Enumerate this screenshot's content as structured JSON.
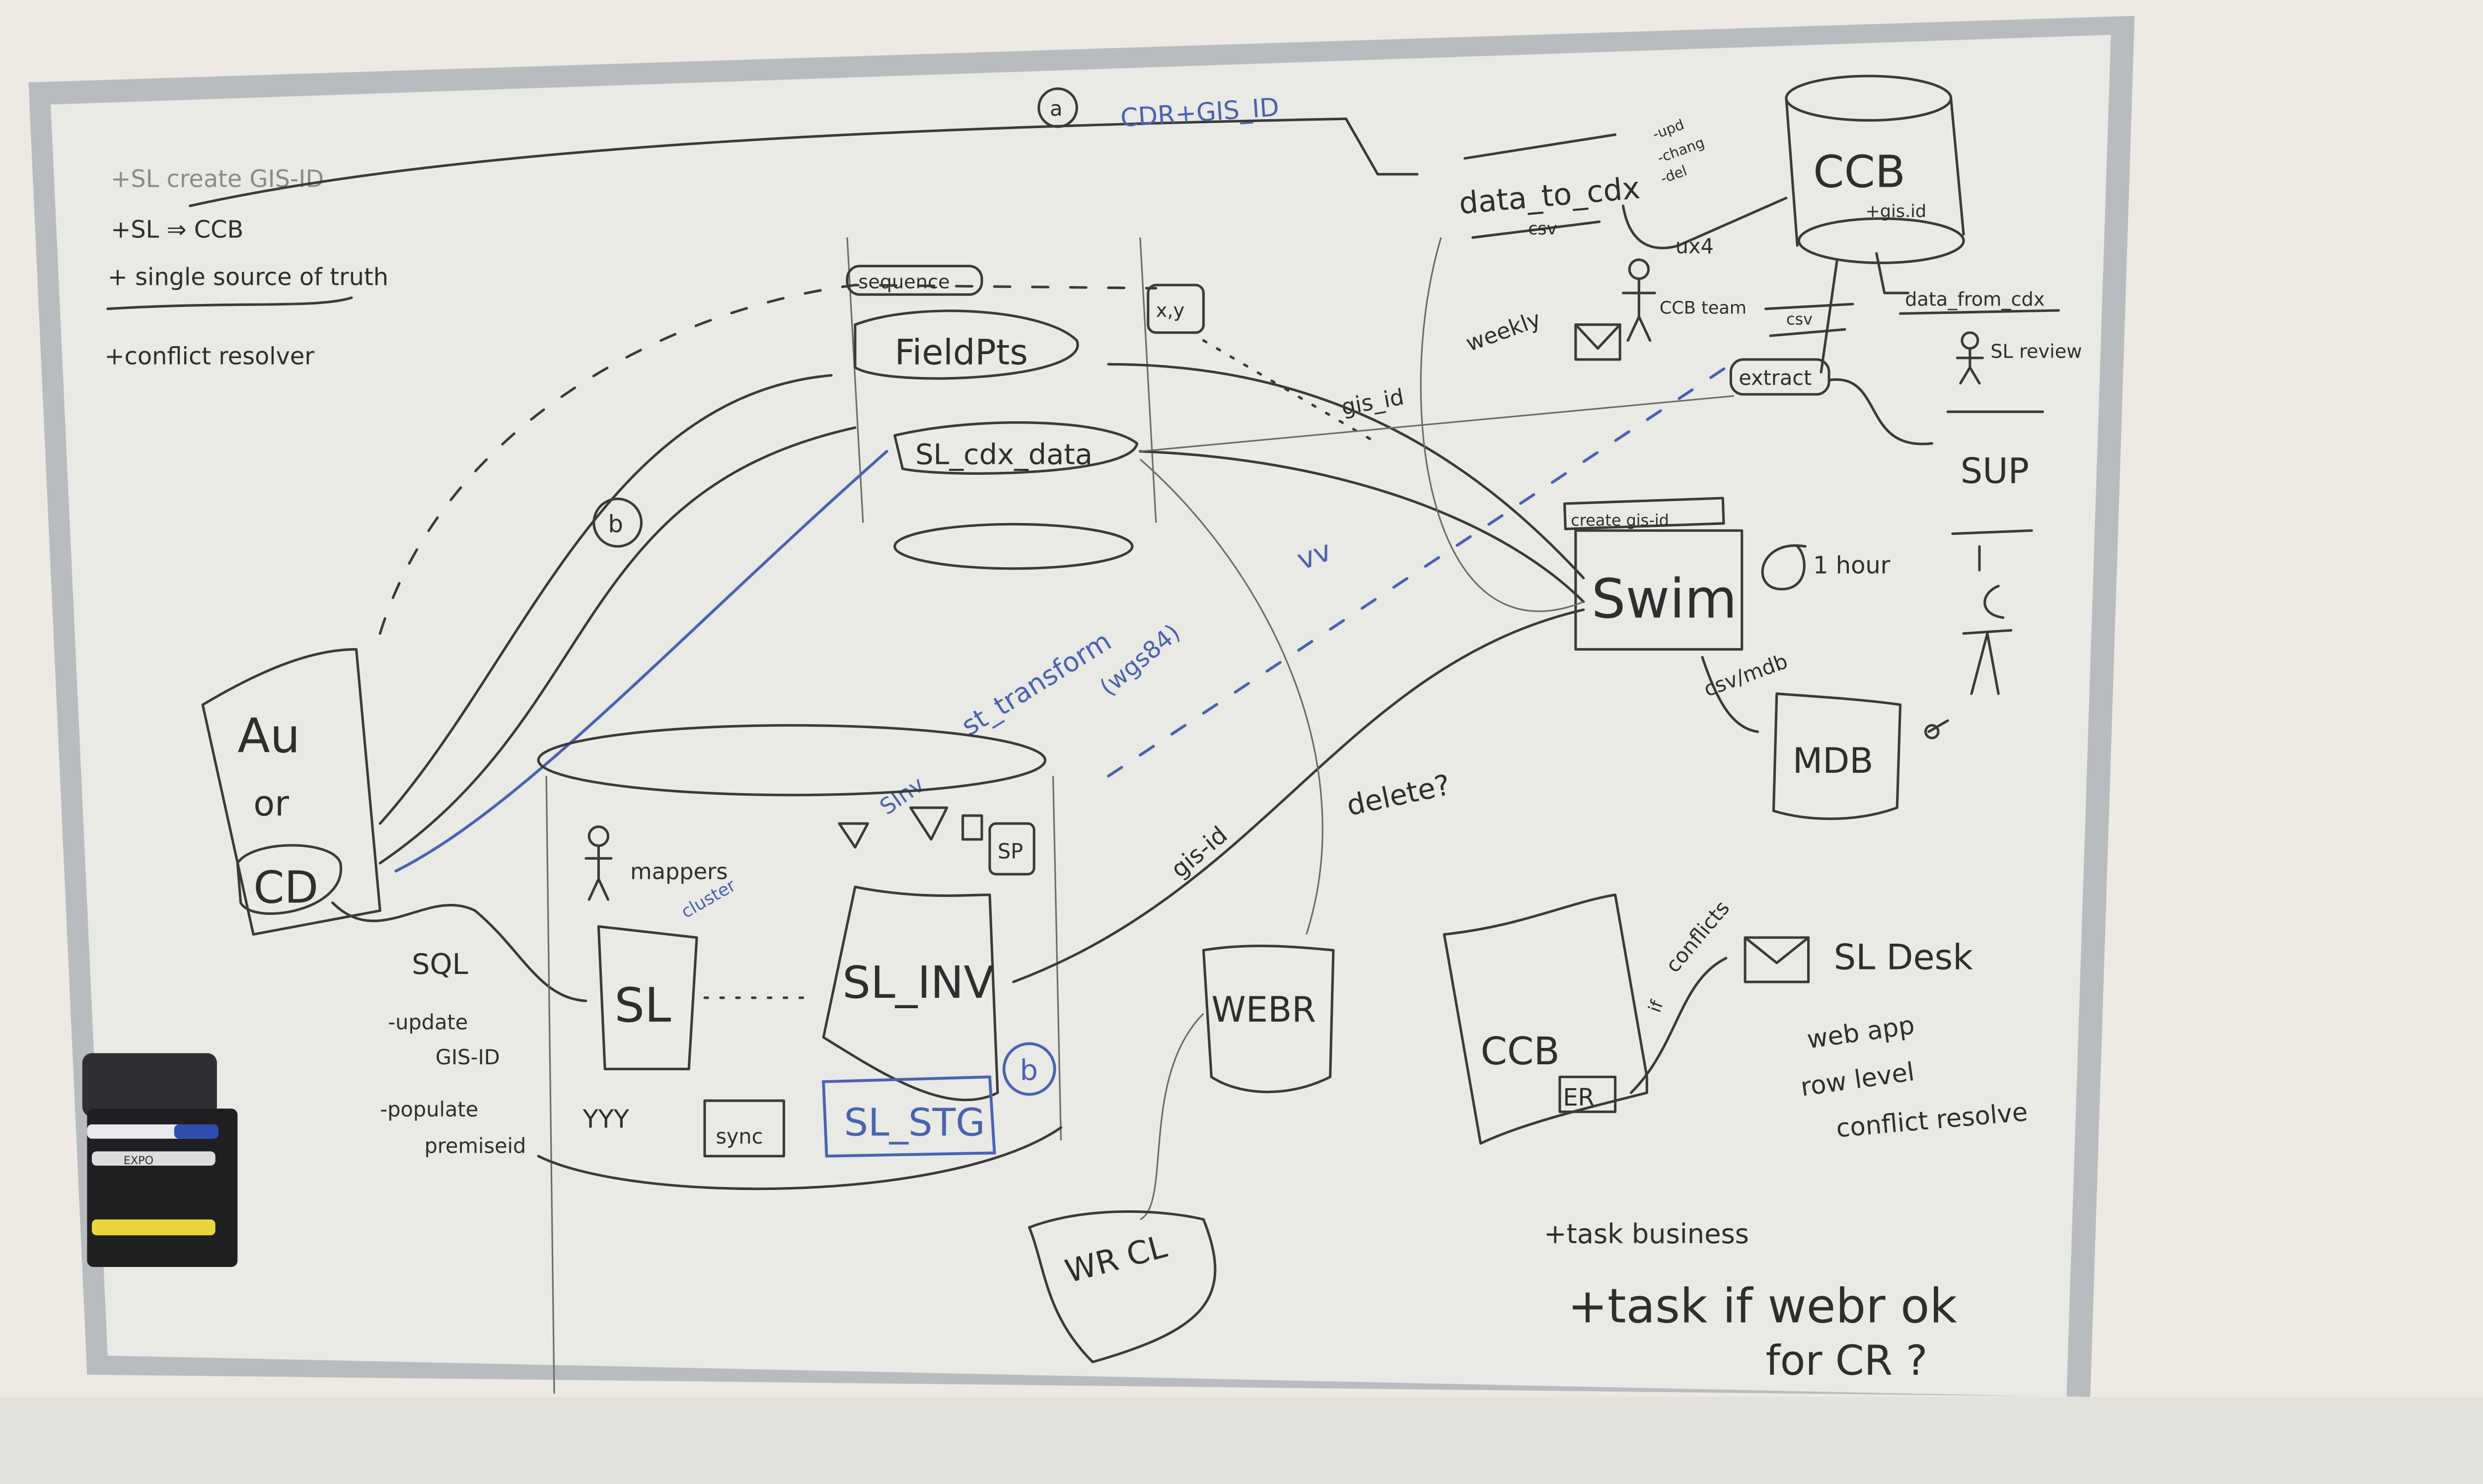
{
  "colors": {
    "board": "#e9e9e5",
    "wall": "#eceae3",
    "frame": "#b9bcbf",
    "ink": "#3a3a3a",
    "blue_ink": "#4a62b0"
  },
  "notes": {
    "line1": "+SL create GIS-ID",
    "line2": "+SL ⇒ CCB",
    "line3": "+ single source of truth",
    "line4": "+conflict resolver"
  },
  "top_flow": {
    "circle_a": "a",
    "label": "CDR+GIS_ID"
  },
  "data_to_cdx": {
    "name": "data_to_cdx",
    "format": "csv",
    "ops": [
      "-upd",
      "-chang",
      "-del"
    ]
  },
  "ccb": {
    "name": "CCB",
    "sub": "+gis.id",
    "ux": "ux4",
    "team": "CCB team",
    "weekly": "weekly",
    "csv": "csv",
    "extract": "extract"
  },
  "data_from_cdx": {
    "name": "data_from_cdx",
    "reviewer": "SL review",
    "sup": "SUP"
  },
  "swim": {
    "header": "create gis-id",
    "name": "Swim",
    "hour": "1 hour",
    "csv_mdb": "csv/mdb",
    "mdb": "MDB"
  },
  "central_db": {
    "sequence": "sequence",
    "fieldpts": "FieldPts",
    "xy": "x,y",
    "sl_cdx": "SL_cdx_data",
    "gis_id": "gis_id",
    "circle_b": "b",
    "vv": "vv"
  },
  "transform": {
    "st_transform": "st_transform",
    "wgs": "(wgs84)",
    "stinv": "SInv"
  },
  "au_cd": {
    "au": "Au",
    "or": "or",
    "cd": "CD"
  },
  "sql": {
    "title": "SQL",
    "update": "-update",
    "gisid": "GIS-ID",
    "populate": "-populate",
    "premise": "premiseid"
  },
  "sl_db": {
    "mappers": "mappers",
    "cluster": "cluster",
    "sl": "SL",
    "sl_inv": "SL_INV",
    "sl_stg": "SL_STG",
    "sync": "sync",
    "yyy": "YYY",
    "circle_b": "b",
    "sp": "SP"
  },
  "middle": {
    "gis_id": "gis-id",
    "delete": "delete?",
    "webr": "WEBR",
    "wrcl": "WR CL"
  },
  "conflict": {
    "ccb": "CCB",
    "er": "ER",
    "conflicts": "conflicts",
    "if": "if",
    "sl_desk": "SL Desk",
    "web_app": "web app",
    "row_level": "row level",
    "resolve": "conflict resolve"
  },
  "tasks": {
    "business": "+task business",
    "task": "+task if webr ok",
    "for_cr": "for CR ?"
  },
  "markers": {
    "brand": "EXPO"
  }
}
